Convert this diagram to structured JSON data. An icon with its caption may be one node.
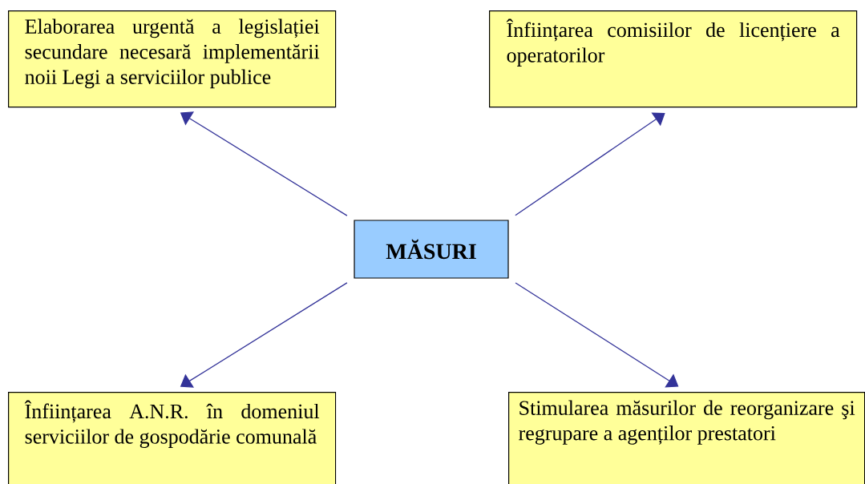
{
  "diagram": {
    "nodes": [
      {
        "text": [
          "Elaborarea urgentă a legislației secundare necesară implementării noii Legi a serviciilor publice"
        ]
      },
      {
        "text": [
          "Înființarea comisiilor de licențiere a operatorilor"
        ]
      },
      {
        "text": [
          "MĂSURI"
        ]
      },
      {
        "text": [
          "Înființarea A.N.R. în domeniul serviciilor de gospodărie comunală"
        ]
      },
      {
        "text": [
          "Stimularea măsurilor de reorganizare şi regrupare a agenților prestatori"
        ]
      }
    ],
    "edges": [
      {
        "from": 2,
        "to": 0,
        "arrow": "to"
      },
      {
        "from": 2,
        "to": 1,
        "arrow": "to"
      },
      {
        "from": 2,
        "to": 3,
        "arrow": "to"
      },
      {
        "from": 2,
        "to": 4,
        "arrow": "to"
      }
    ]
  }
}
